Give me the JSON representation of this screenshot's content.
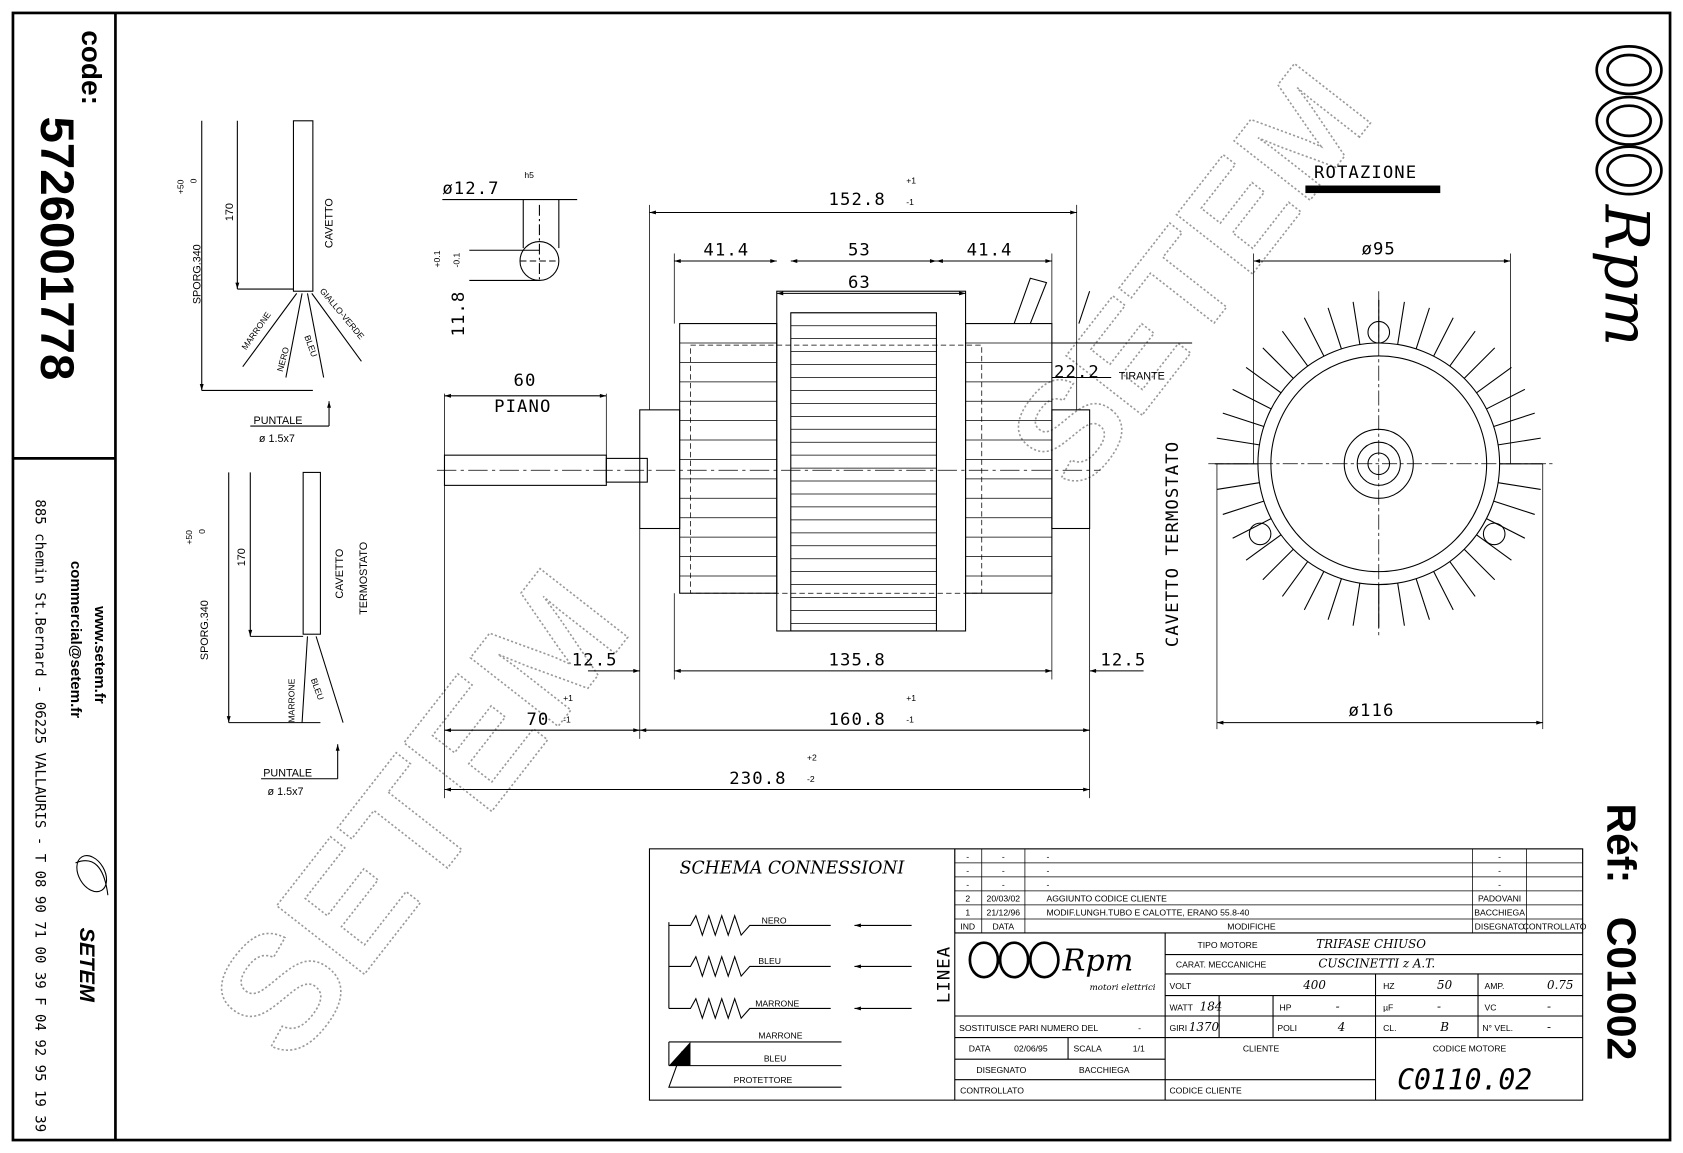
{
  "left_panel": {
    "code_label": "code:",
    "code_value": "5726001778",
    "website": "www.setem.fr",
    "email": "commercial@setem.fr",
    "address": "885 chemin St.Bernard - 06225 VALLAURIS - T 08 90 71 00 39  F 04 92 95 19 39",
    "brand": "SETEM"
  },
  "cable_main": {
    "sporg": "SPORG.340",
    "tol_plus": "+50",
    "tol_zero": "0",
    "len": "170",
    "label": "CAVETTO",
    "wires": [
      "MARRONE",
      "NERO",
      "BLEU",
      "GIALLO-VERDE"
    ],
    "puntale": "PUNTALE",
    "puntale_size": "ø 1.5x7"
  },
  "cable_thermo": {
    "sporg": "SPORG.340",
    "tol_plus": "+50",
    "tol_zero": "0",
    "len": "170",
    "label1": "CAVETTO",
    "label2": "TERMOSTATO",
    "wires": [
      "MARRONE",
      "BLEU"
    ],
    "puntale": "PUNTALE",
    "puntale_size": "ø 1.5x7"
  },
  "dimensions": {
    "shaft_dia": "ø12.7",
    "shaft_fit": "h5",
    "flat": "11.8",
    "flat_tol_plus": "+0.1",
    "flat_tol_minus": "-0.1",
    "overall_body": "152.8",
    "tol_p1": "+1",
    "tol_m1": "-1",
    "cap_left": "41.4",
    "core": "53",
    "cap_right": "41.4",
    "stator": "63",
    "piano_len": "60",
    "piano": "PIANO",
    "tirante_len": "22.2",
    "tirante": "TIRANTE",
    "cavetto_termostato": "CAVETTO TERMOSTATO",
    "inner": "135.8",
    "hub_left": "12.5",
    "hub_right": "12.5",
    "shaft_len": "70",
    "body_len": "160.8",
    "total_len": "230.8",
    "tol_p2": "+2",
    "tol_m2": "-2",
    "rotation": "ROTAZIONE",
    "dia_95": "ø95",
    "dia_116": "ø116"
  },
  "right_panel": {
    "brand": "Rpm",
    "ref_label": "Réf:",
    "ref_value": "C01002"
  },
  "watermark": "SETEM",
  "schema": {
    "title": "SCHEMA CONNESSIONI",
    "wires": [
      "NERO",
      "BLEU",
      "MARRONE"
    ],
    "linea": "LINEA",
    "protector": [
      "MARRONE",
      "BLEU",
      "PROTETTORE"
    ]
  },
  "revisions": {
    "rows": [
      {
        "ind": "-",
        "data": "-",
        "desc": "-",
        "dis": "-",
        "con": ""
      },
      {
        "ind": "-",
        "data": "-",
        "desc": "-",
        "dis": "-",
        "con": ""
      },
      {
        "ind": "-",
        "data": "-",
        "desc": "-",
        "dis": "-",
        "con": ""
      },
      {
        "ind": "2",
        "data": "20/03/02",
        "desc": "AGGIUNTO CODICE CLIENTE",
        "dis": "PADOVANI",
        "con": ""
      },
      {
        "ind": "1",
        "data": "21/12/96",
        "desc": "MODIF.LUNGH.TUBO E CALOTTE, ERANO 55.8-40",
        "dis": "BACCHIEGA",
        "con": ""
      }
    ],
    "header": {
      "ind": "IND",
      "data": "DATA",
      "desc": "MODIFICHE",
      "dis": "DISEGNATO",
      "con": "CONTROLLATO"
    }
  },
  "title_block": {
    "logo": "Rpm",
    "logo_sub": "motori elettrici",
    "tipo_label": "TIPO MOTORE",
    "tipo": "TRIFASE CHIUSO",
    "carat_label": "CARAT. MECCANICHE",
    "carat": "CUSCINETTI z A.T.",
    "volt_label": "VOLT",
    "volt": "400",
    "hz_label": "HZ",
    "hz": "50",
    "amp_label": "AMP.",
    "amp": "0.75",
    "watt_label": "WATT",
    "watt": "184",
    "hp_label": "HP",
    "hp": "-",
    "uf_label": "µF",
    "uf": "-",
    "vc_label": "VC",
    "vc": "-",
    "giri_label": "GIRI",
    "giri": "1370",
    "poli_label": "POLI",
    "poli": "4",
    "cl_label": "CL.",
    "cl": "B",
    "vel_label": "N° VEL.",
    "vel": "-",
    "sostituisce": "SOSTITUISCE PARI NUMERO DEL",
    "sostituisce_val": "-",
    "data_label": "DATA",
    "data": "02/06/95",
    "scala_label": "SCALA",
    "scala": "1/1",
    "disegnato_label": "DISEGNATO",
    "disegnato": "BACCHIEGA",
    "controllato_label": "CONTROLLATO",
    "cliente_label": "CLIENTE",
    "codice_cliente_label": "CODICE CLIENTE",
    "codice_motore_label": "CODICE MOTORE",
    "codice_motore": "C0110.02"
  }
}
